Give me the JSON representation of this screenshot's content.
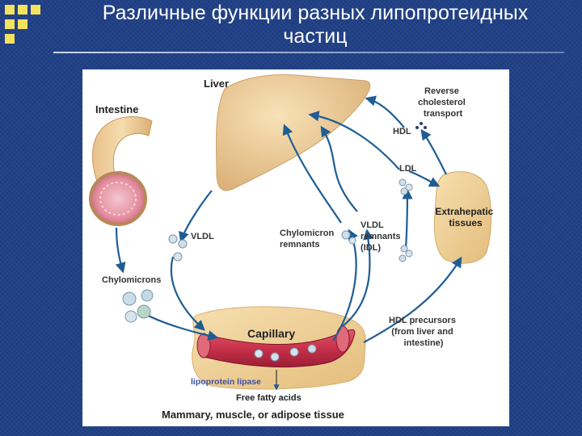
{
  "slide": {
    "title_line1": "Различные функции разных липопротеидных",
    "title_line2": "частиц"
  },
  "diagram": {
    "liver": "Liver",
    "intestine": "Intestine",
    "reverse_transport": [
      "Reverse",
      "cholesterol",
      "transport"
    ],
    "hdl": "HDL",
    "ldl": "LDL",
    "extrahepatic": [
      "Extrahepatic",
      "tissues"
    ],
    "vldl": "VLDL",
    "chylomicron_remnants": [
      "Chylomicron",
      "remnants"
    ],
    "vldl_remnants": [
      "VLDL",
      "remnants",
      "(IDL)"
    ],
    "chylomicrons": "Chylomicrons",
    "capillary": "Capillary",
    "hdl_precursors": [
      "HDL precursors",
      "(from liver and",
      "intestine)"
    ],
    "lipoprotein_lipase": "lipoprotein lipase",
    "free_fatty_acids": "Free fatty acids",
    "tissue_footer": "Mammary, muscle, or adipose tissue"
  },
  "colors": {
    "background": "#1f3f86",
    "bullets": "#f2e25e",
    "arrows": "#1f5d93",
    "liver": "#edcc94",
    "vessel": "#c8314a",
    "lipase_text": "#3a4fa8"
  }
}
